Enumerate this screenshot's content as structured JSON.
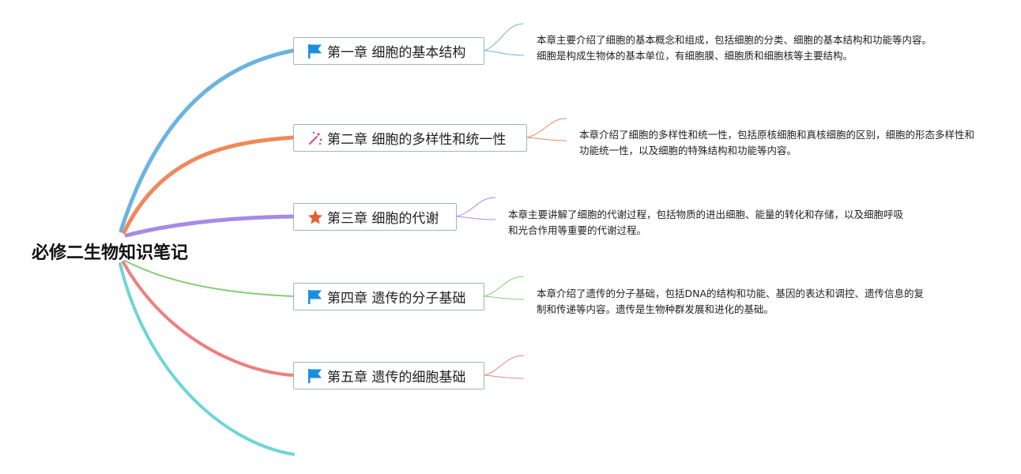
{
  "root": {
    "title": "必修二生物知识笔记"
  },
  "colors": {
    "branch_blue": "#6cb4e0",
    "branch_orange": "#f0885a",
    "branch_purple": "#a78ae6",
    "branch_green": "#86cc78",
    "branch_red": "#ee7f7f",
    "branch_cyan": "#6dd6d4",
    "node_border": "#9fb8b0",
    "flag_blue": "#1a8fe0",
    "star_orange": "#e0612f",
    "spark_pink": "#e04575"
  },
  "chapters": [
    {
      "title": "第一章 细胞的基本结构",
      "icon": "flag-icon",
      "note": "本章主要介绍了细胞的基本概念和组成，包括细胞的分类、细胞的基本结构和功能等内容。细胞是构成生物体的基本单位，有细胞膜、细胞质和细胞核等主要结构。"
    },
    {
      "title": "第二章 细胞的多样性和统一性",
      "icon": "sparkle-icon",
      "note": "本章介绍了细胞的多样性和统一性，包括原核细胞和真核细胞的区别，细胞的形态多样性和功能统一性，以及细胞的特殊结构和功能等内容。"
    },
    {
      "title": "第三章 细胞的代谢",
      "icon": "star-icon",
      "note": "本章主要讲解了细胞的代谢过程，包括物质的进出细胞、能量的转化和存储，以及细胞呼吸和光合作用等重要的代谢过程。"
    },
    {
      "title": "第四章 遗传的分子基础",
      "icon": "flag-icon",
      "note": "本章介绍了遗传的分子基础，包括DNA的结构和功能、基因的表达和调控、遗传信息的复制和传递等内容。遗传是生物种群发展和进化的基础。"
    },
    {
      "title": "第五章 遗传的细胞基础",
      "icon": "flag-icon",
      "note": ""
    }
  ]
}
